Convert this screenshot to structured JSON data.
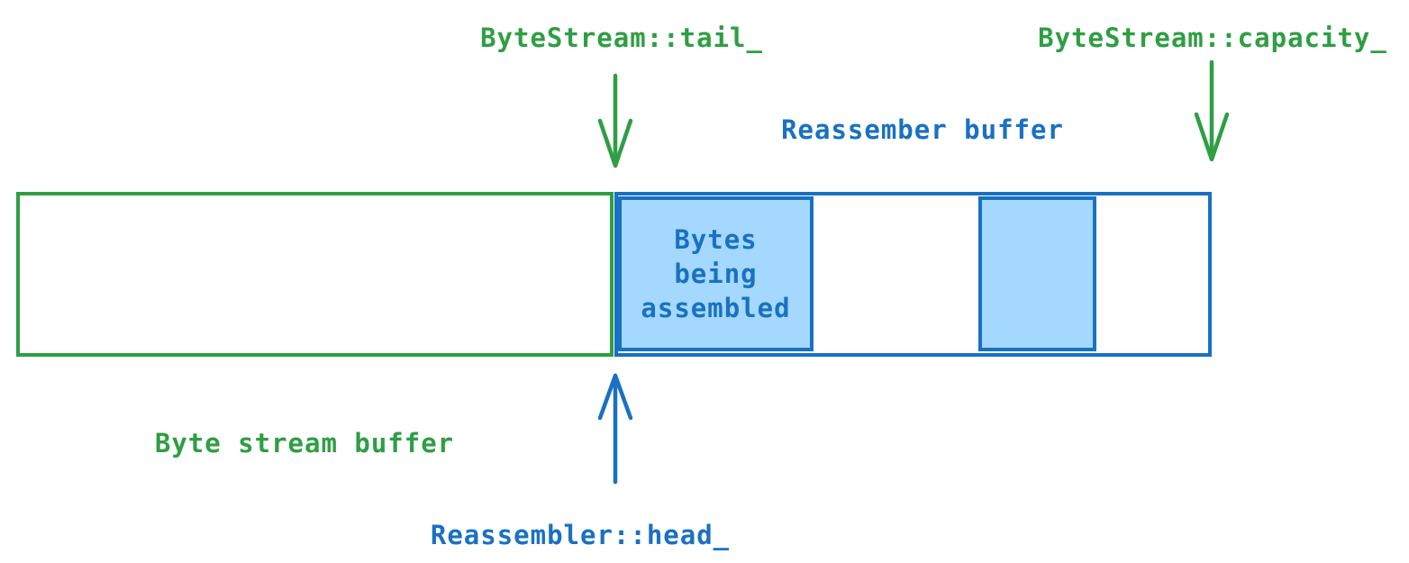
{
  "colors": {
    "green": "#2f9e44",
    "blue": "#1971c2",
    "fill-blue": "#a5d8ff",
    "bg": "#ffffff"
  },
  "annotations": {
    "bytestream_tail": "ByteStream::tail_",
    "bytestream_capacity": "ByteStream::capacity_",
    "reassembler_buffer_title": "Reassember buffer",
    "byte_stream_buffer_label": "Byte stream buffer",
    "reassembler_head": "Reassembler::head_"
  },
  "buffers": {
    "byte_stream_buffer": {
      "outline_color": "#2f9e44",
      "content": ""
    },
    "reassembler_buffer": {
      "outline_color": "#1971c2",
      "segment_fill_color": "#a5d8ff",
      "segment_1_text": "Bytes\nbeing\nassembled",
      "segment_2_text": ""
    }
  }
}
